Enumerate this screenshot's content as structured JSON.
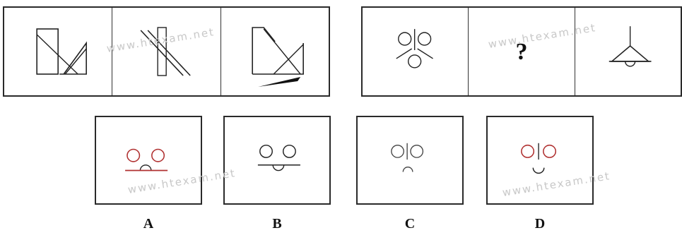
{
  "question": {
    "left_panels": [
      "figure-1",
      "figure-2",
      "figure-3"
    ],
    "right_panels": [
      "figure-4",
      "missing",
      "figure-6"
    ],
    "missing_symbol": "?"
  },
  "options": [
    {
      "label": "A"
    },
    {
      "label": "B"
    },
    {
      "label": "C"
    },
    {
      "label": "D"
    }
  ],
  "watermark": "www.htexam.net",
  "colors": {
    "line": "#222222",
    "accent": "#b03030",
    "watermark": "#c8c8c8"
  }
}
